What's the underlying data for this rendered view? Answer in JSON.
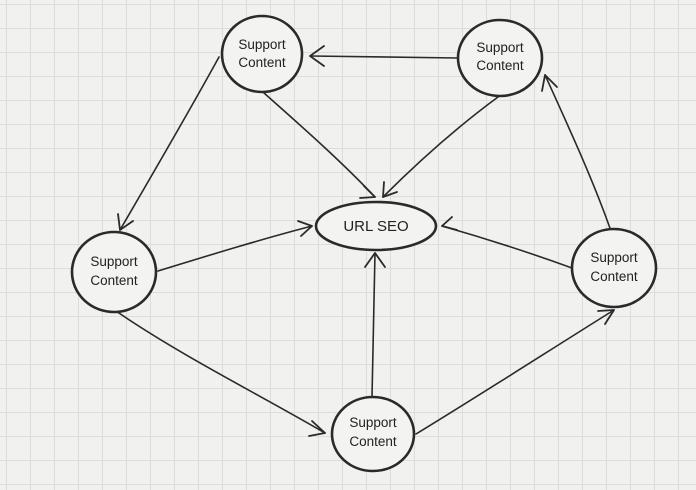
{
  "diagram": {
    "center": {
      "label": "URL SEO"
    },
    "nodes": [
      {
        "id": "top-left",
        "line1": "Support",
        "line2": "Content"
      },
      {
        "id": "top-right",
        "line1": "Support",
        "line2": "Content"
      },
      {
        "id": "left",
        "line1": "Support",
        "line2": "Content"
      },
      {
        "id": "right",
        "line1": "Support",
        "line2": "Content"
      },
      {
        "id": "bottom",
        "line1": "Support",
        "line2": "Content"
      }
    ],
    "edges": [
      {
        "from": "top-right",
        "to": "top-left"
      },
      {
        "from": "top-left",
        "to": "left"
      },
      {
        "from": "left",
        "to": "bottom"
      },
      {
        "from": "bottom",
        "to": "right"
      },
      {
        "from": "right",
        "to": "top-right"
      },
      {
        "from": "top-left",
        "to": "center"
      },
      {
        "from": "top-right",
        "to": "center"
      },
      {
        "from": "left",
        "to": "center"
      },
      {
        "from": "right",
        "to": "center"
      },
      {
        "from": "bottom",
        "to": "center"
      }
    ]
  }
}
